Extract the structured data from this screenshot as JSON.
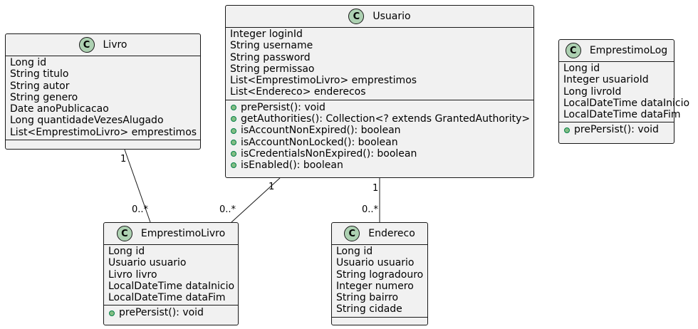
{
  "classes": {
    "livro": {
      "name": "Livro",
      "badge": "C",
      "attributes": [
        "Long id",
        "String titulo",
        "String autor",
        "String genero",
        "Date anoPublicacao",
        "Long quantidadeVezesAlugado",
        "List<EmprestimoLivro> emprestimos"
      ],
      "methods": []
    },
    "usuario": {
      "name": "Usuario",
      "badge": "C",
      "attributes": [
        "Integer loginId",
        "String username",
        "String password",
        "String permissao",
        "List<EmprestimoLivro> emprestimos",
        "List<Endereco> enderecos"
      ],
      "methods": [
        "prePersist(): void",
        "getAuthorities(): Collection<? extends GrantedAuthority>",
        "isAccountNonExpired(): boolean",
        "isAccountNonLocked(): boolean",
        "isCredentialsNonExpired(): boolean",
        "isEnabled(): boolean"
      ]
    },
    "emprestimoLog": {
      "name": "EmprestimoLog",
      "badge": "C",
      "attributes": [
        "Long id",
        "Integer usuarioId",
        "Long livroId",
        "LocalDateTime dataInicio",
        "LocalDateTime dataFim"
      ],
      "methods": [
        "prePersist(): void"
      ]
    },
    "emprestimoLivro": {
      "name": "EmprestimoLivro",
      "badge": "C",
      "attributes": [
        "Long id",
        "Usuario usuario",
        "Livro livro",
        "LocalDateTime dataInicio",
        "LocalDateTime dataFim"
      ],
      "methods": [
        "prePersist(): void"
      ]
    },
    "endereco": {
      "name": "Endereco",
      "badge": "C",
      "attributes": [
        "Long id",
        "Usuario usuario",
        "String logradouro",
        "Integer numero",
        "String bairro",
        "String cidade"
      ],
      "methods": []
    }
  },
  "relations": {
    "livro_emprestimoLivro": {
      "from_mult": "1",
      "to_mult": "0..*"
    },
    "usuario_emprestimoLivro": {
      "from_mult": "1",
      "to_mult": "0..*"
    },
    "usuario_endereco": {
      "from_mult": "1",
      "to_mult": "0..*"
    }
  },
  "colors": {
    "box_fill": "#f1f1f1",
    "border": "#181818",
    "badge_fill": "#add1b2",
    "method_dot_fill": "#84be84",
    "method_dot_border": "#038048"
  }
}
